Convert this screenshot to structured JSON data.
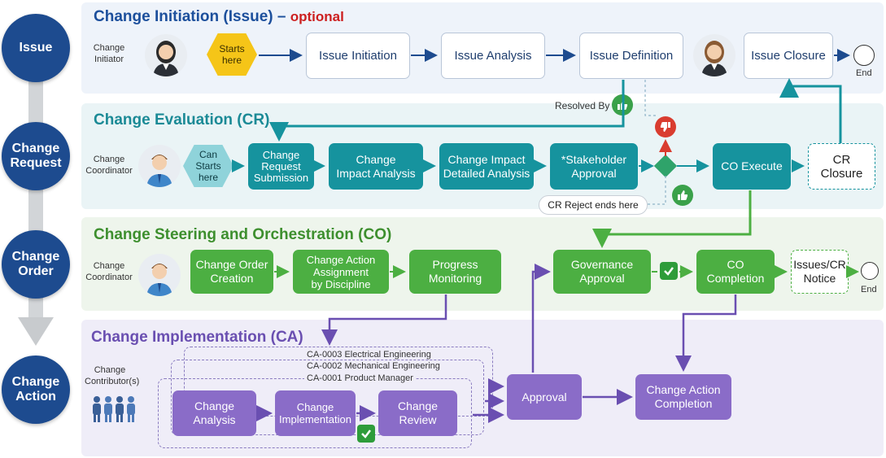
{
  "stages": {
    "issue": "Issue",
    "request": "Change\nRequest",
    "order": "Change\nOrder",
    "action": "Change\nAction"
  },
  "lanes": {
    "issue": {
      "title_main": "Change Initiation (Issue) – ",
      "title_optional": "optional",
      "title_color": "#1c4f9c",
      "optional_color": "#cc1f1f"
    },
    "cr": {
      "title": "Change Evaluation (CR)",
      "title_color": "#1b8a96"
    },
    "co": {
      "title": "Change Steering and Orchestration (CO)",
      "title_color": "#3d8f2e"
    },
    "ca": {
      "title": "Change Implementation (CA)",
      "title_color": "#6a4fb1"
    }
  },
  "roles": {
    "initiator": "Change\nInitiator",
    "cr_coordinator": "Change\nCoordinator",
    "co_coordinator": "Change\nCoordinator",
    "contributors": "Change\nContributor(s)"
  },
  "starts": {
    "issue": "Starts\nhere",
    "cr": "Can\nStarts\nhere"
  },
  "issue_steps": {
    "initiation": "Issue Initiation",
    "analysis": "Issue Analysis",
    "definition": "Issue Definition",
    "closure": "Issue Closure"
  },
  "cr_steps": {
    "submission": "Change\nRequest\nSubmission",
    "impact": "Change\nImpact Analysis",
    "detailed": "Change Impact\nDetailed Analysis",
    "stakeholder": "*Stakeholder\nApproval",
    "execute": "CO Execute",
    "closure": "CR Closure"
  },
  "co_steps": {
    "creation": "Change Order\nCreation",
    "assignment": "Change Action\nAssignment\nby Discipline",
    "monitoring": "Progress\nMonitoring",
    "governance": "Governance\nApproval",
    "completion": "CO\nCompletion",
    "notice": "Issues/CR\nNotice"
  },
  "ca_steps": {
    "analysis": "Change\nAnalysis",
    "implementation": "Change\nImplementation",
    "review": "Change\nReview",
    "approval": "Approval",
    "completion": "Change Action\nCompletion"
  },
  "ca_items": [
    "CA-0003 Electrical Engineering",
    "CA-0002 Mechanical Engineering",
    "CA-0001 Product Manager"
  ],
  "end_labels": {
    "issue": "End",
    "co": "End"
  },
  "resolved_by": "Resolved By",
  "cr_reject": "CR Reject ends here",
  "colors": {
    "navy": "#1d4b8f",
    "teal": "#16939e",
    "green": "#4caf42",
    "purple": "#8a6cc8",
    "approve_green": "#3aa14a",
    "reject_red": "#d93c2f"
  }
}
